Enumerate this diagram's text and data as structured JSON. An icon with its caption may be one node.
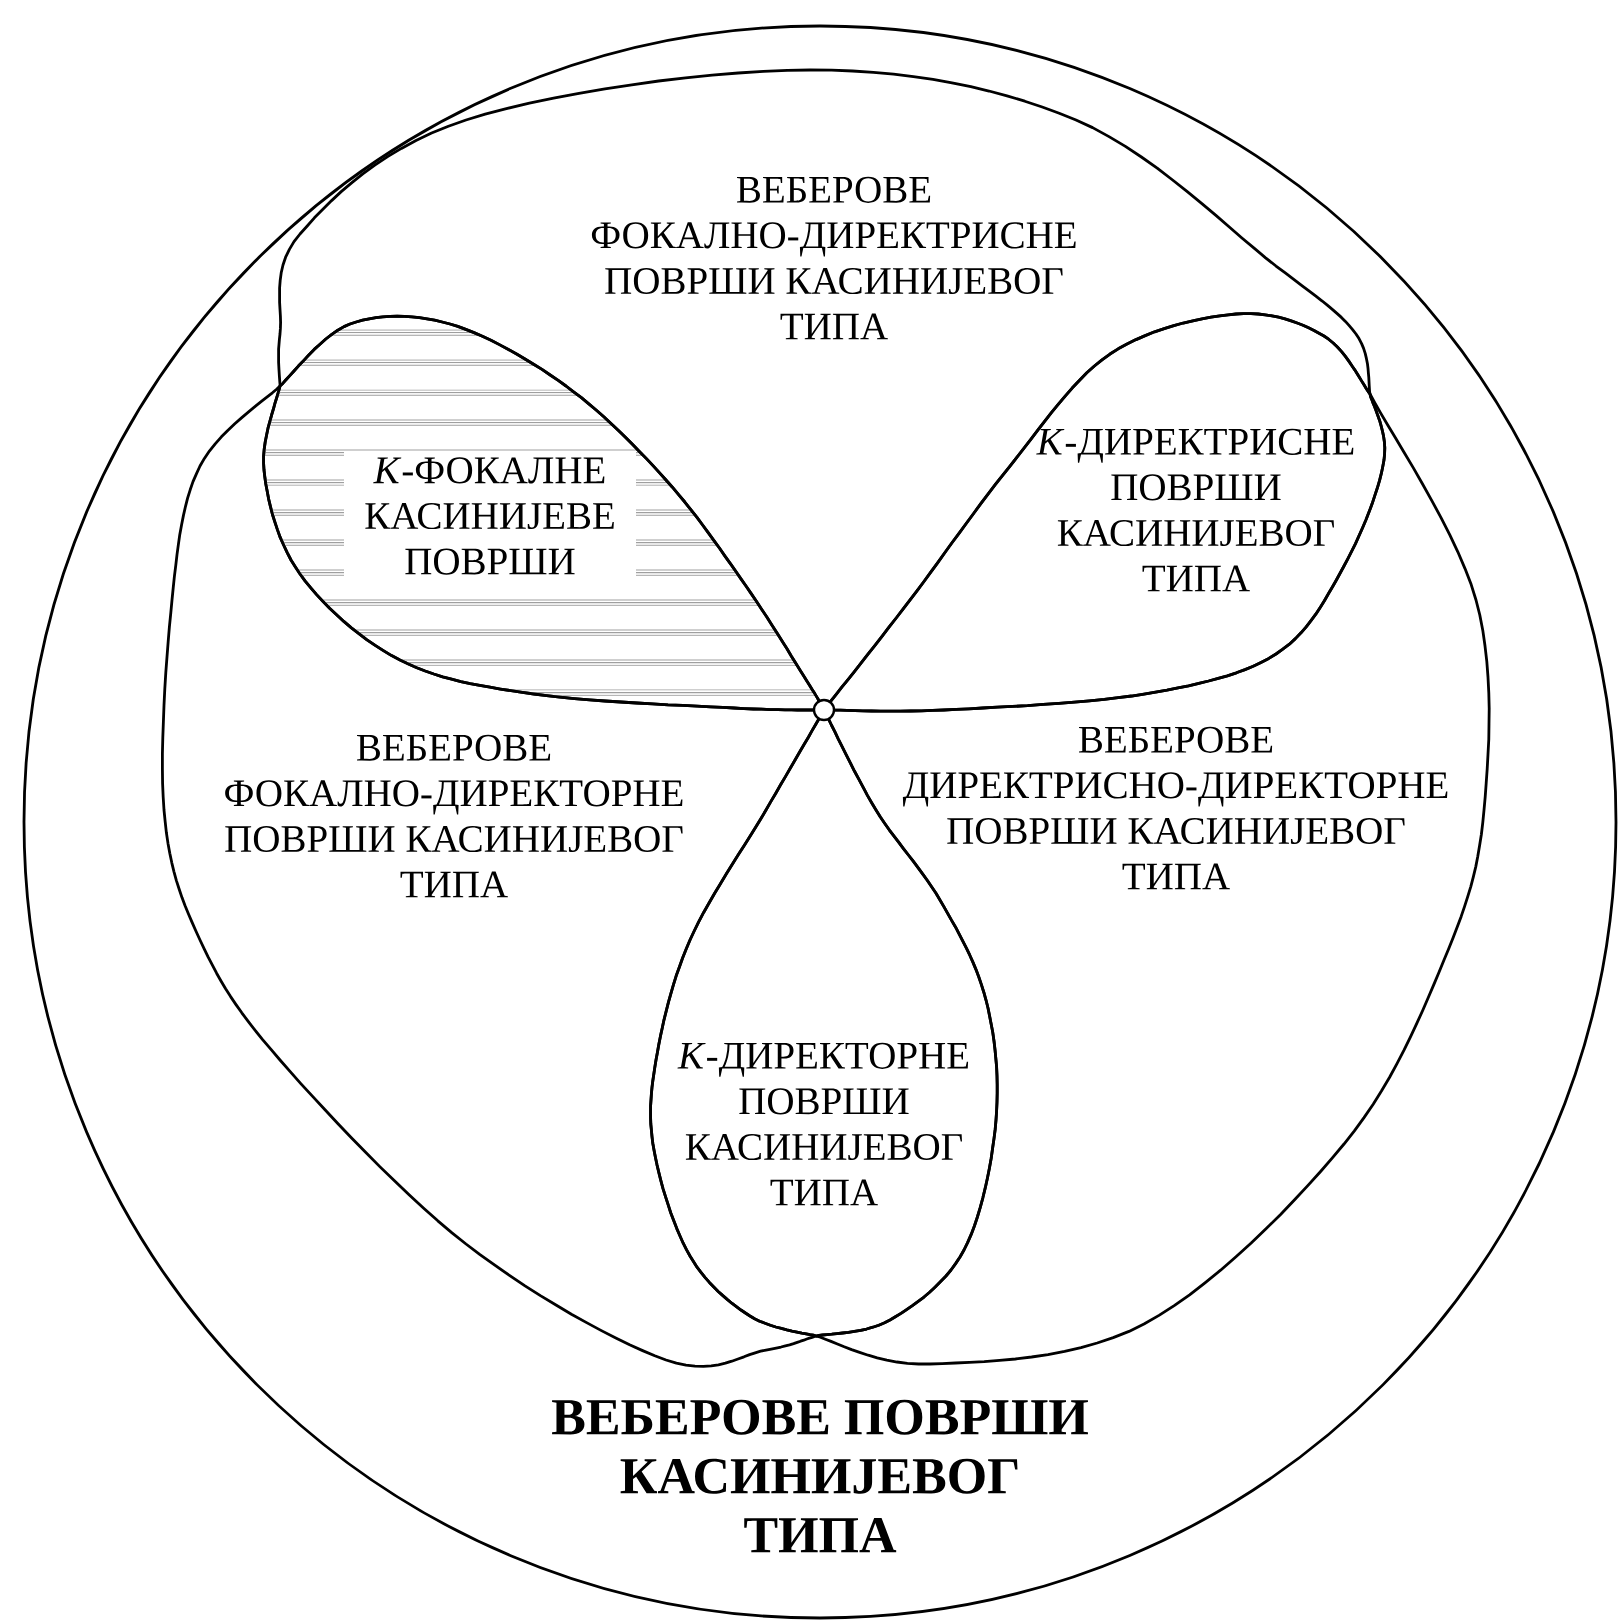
{
  "diagram": {
    "nodes": [
      {
        "text": [
          "ВЕБЕРОВЕ ПОВРШИ КАСИНИЈЕВОГ ТИПА"
        ]
      },
      {
        "text": [
          "ВЕБЕРОВЕ ФОКАЛНО-ДИРЕКТРИСНЕ ПОВРШИ КАСИНИЈЕВОГ ТИПА"
        ],
        "in": 0
      },
      {
        "text": [
          "*K*-ФОКАЛНЕ КАСИНИЈЕВЕ ПОВРШИ"
        ]
      },
      {
        "text": [
          "*K*-ДИРЕКТРИСНЕ ПОВРШИ КАСИНИЈЕВОГ ТИПА"
        ]
      },
      {
        "text": [
          "ВЕБЕРОВЕ ФОКАЛНО-ДИРЕКТОРНЕ ПОВРШИ КАСИНИЈЕВОГ ТИПА"
        ],
        "in": 0
      },
      {
        "text": [
          "ВЕБЕРОВЕ ДИРЕКТРИСНО-ДИРЕКТОРНЕ ПОВРШИ КАСИНИЈЕВОГ ТИПА"
        ],
        "in": 0
      },
      {
        "text": [
          "*K*-ДИРЕКТОРНЕ ПОВРШИ КАСИНИЈЕВОГ ТИПА"
        ]
      }
    ]
  }
}
